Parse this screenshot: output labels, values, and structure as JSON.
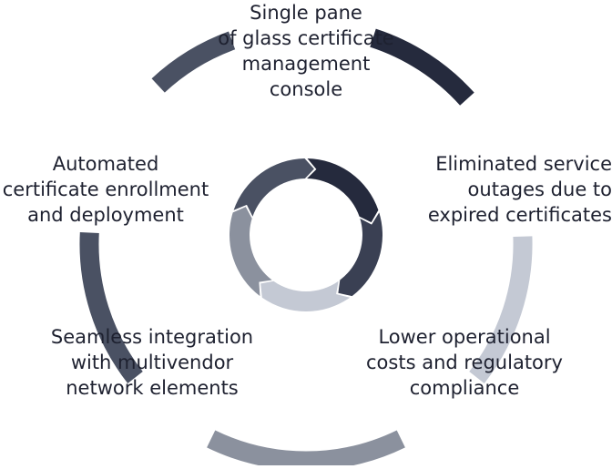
{
  "steps": [
    {
      "lines": [
        "Single pane",
        "of glass certificate",
        "management",
        "console"
      ],
      "color": "#252a3d"
    },
    {
      "lines": [
        "Eliminated service",
        "outages due to",
        "expired certificates"
      ],
      "color": "#4a5163"
    },
    {
      "lines": [
        "Lower operational",
        "costs and regulatory",
        "compliance"
      ],
      "color": "#c4c9d4"
    },
    {
      "lines": [
        "Seamless integration",
        "with multivendor",
        "network elements"
      ],
      "color": "#8b919e"
    },
    {
      "lines": [
        "Automated",
        "certificate enrollment",
        "and deployment"
      ],
      "color": "#4a5163"
    }
  ],
  "inner_colors": [
    "#252a3d",
    "#3a4053",
    "#c4c9d4",
    "#8b919e",
    "#4a5163"
  ]
}
